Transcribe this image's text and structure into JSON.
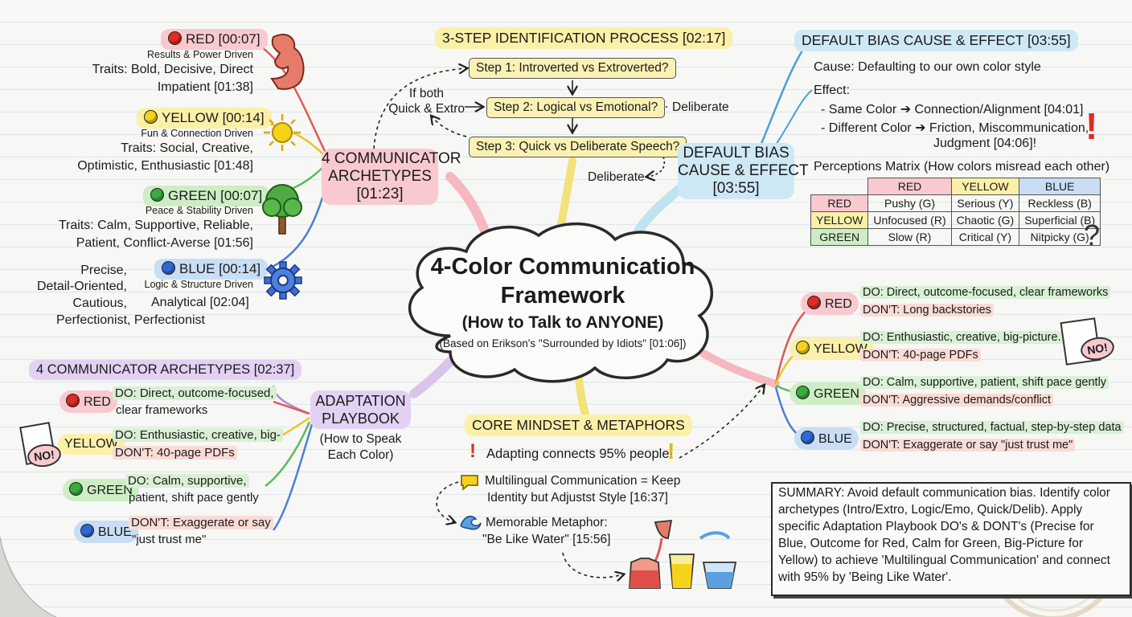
{
  "center": {
    "title_line1": "4-Color Communication",
    "title_line2": "Framework",
    "subtitle": "(How to Talk to ANYONE)",
    "note": "(Based on Erikson's \"Surrounded by Idiots\" [01:06])"
  },
  "archetypes": {
    "branch_label": [
      "4 COMMUNICATOR",
      "ARCHETYPES",
      "[01:23]"
    ],
    "red": {
      "label": "RED [00:07]",
      "driver": "Results & Power Driven",
      "traits1": "Traits: Bold, Decisive, Direct",
      "traits2": "Impatient [01:38]"
    },
    "yellow": {
      "label": "YELLOW [00:14]",
      "driver": "Fun & Connection Driven",
      "traits1": "Traits: Social, Creative,",
      "traits2": "Optimistic, Enthusiastic [01:48]"
    },
    "green": {
      "label": "GREEN [00:07]",
      "driver": "Peace & Stability Driven",
      "traits1": "Traits: Calm, Supportive, Reliable,",
      "traits2": "Patient, Conflict-Averse [01:56]"
    },
    "blue": {
      "label": "BLUE [00:14]",
      "driver": "Logic & Structure Driven",
      "left1": "Precise,",
      "left2": "Detail-Oriented,",
      "left3": "Cautious,",
      "analytical": "Analytical [02:04]",
      "last": "Perfectionist, Perfectionist"
    }
  },
  "identification": {
    "title": "3-STEP IDENTIFICATION PROCESS [02:17]",
    "step1": "Step 1: Introverted vs Extroverted?",
    "step2": "Step 2: Logical vs Emotional?",
    "step3": "Step 3: Quick vs Deliberate Speech?",
    "if_both1": "If both",
    "if_both2": "Quick & Extro",
    "deliberate_right": "Deliberate",
    "deliberate_bottom": "Deliberate"
  },
  "bias": {
    "title": "DEFAULT BIAS CAUSE & EFFECT [03:55]",
    "branch_label": [
      "DEFAULT BIAS",
      "CAUSE & EFFECT",
      "[03:55]"
    ],
    "cause": "Cause: Defaulting to our own color style",
    "effect": "Effect:",
    "effect1": "- Same Color ➔ Connection/Alignment [04:01]",
    "effect2": "- Different Color ➔ Friction, Miscommunication,",
    "effect3": "Judgment [04:06]!",
    "matrix_title": "Perceptions Matrix (How colors misread each other)",
    "matrix_cols": [
      "RED",
      "YELLOW",
      "BLUE"
    ],
    "matrix_rows": [
      {
        "label": "RED",
        "cells": [
          "Pushy (G)",
          "Serious (Y)",
          "Reckless (B)"
        ]
      },
      {
        "label": "YELLOW",
        "cells": [
          "Unfocused (R)",
          "Chaotic (G)",
          "Superficial (B)"
        ]
      },
      {
        "label": "GREEN",
        "cells": [
          "Slow (R)",
          "Critical (Y)",
          "Nitpicky (G)"
        ]
      }
    ]
  },
  "playbook_right": {
    "red": {
      "label": "RED",
      "do": "DO: Direct, outcome-focused, clear frameworks",
      "dont": "DON'T: Long backstories"
    },
    "yellow": {
      "label": "YELLOW",
      "do": "DO: Enthusiastic, creative, big-picture.",
      "dont": "DON'T: 40-page PDFs"
    },
    "green": {
      "label": "GREEN",
      "do": "DO: Calm, supportive, patient, shift pace gently",
      "dont": "DON'T: Aggressive demands/conflict"
    },
    "blue": {
      "label": "BLUE",
      "do": "DO: Precise, structured, factual, step-by-step data",
      "dont": "DON'T: Exaggerate or say \"just trust me\""
    },
    "no_stamp": "NO!"
  },
  "playbook_left": {
    "title": "4 COMMUNICATOR ARCHETYPES [02:37]",
    "branch_label": [
      "ADAPTATION",
      "PLAYBOOK"
    ],
    "branch_sub": [
      "(How to Speak",
      "Each Color)"
    ],
    "red": {
      "label": "RED",
      "do1": "DO: Direct, outcome-focused,",
      "do2": "clear frameworks"
    },
    "yellow": {
      "label": "YELLOW",
      "do1": "DO: Enthusiastic, creative, big-",
      "dont1": "DON'T: 40-page PDFs"
    },
    "green": {
      "label": "GREEN",
      "do1": "DO: Calm, supportive,",
      "do2": "patient, shift pace gently"
    },
    "blue": {
      "label": "BLUE",
      "dont1": "DON'T: Exaggerate or say",
      "dont2": "\"just trust me\""
    },
    "no_stamp": "NO!"
  },
  "mindset": {
    "title": "CORE MINDSET & METAPHORS",
    "line1": "Adapting connects 95% people!",
    "multi1": "Multilingual Communication = Keep",
    "multi2": "Identity but Adjustst Style [16:37]",
    "meta1": "Memorable Metaphor:",
    "meta2": "\"Be Like Water\" [15:56]"
  },
  "summary": "SUMMARY: Avoid default communication bias. Identify color archetypes (Intro/Extro, Logic/Emo, Quick/Delib). Apply specific Adaptation Playbook DO's & DONT's (Precise for Blue, Outcome for Red, Calm for Green, Big-Picture for Yellow) to achieve 'Multilingual Communication' and connect with 95% by 'Being Like Water'.",
  "colors": {
    "red": "#e02a25",
    "yellow": "#f6d21b",
    "green": "#37ad3c",
    "blue": "#2f68d6"
  }
}
